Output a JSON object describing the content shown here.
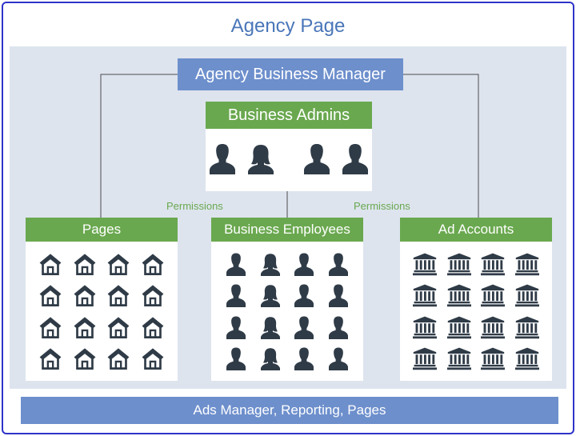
{
  "title": "Agency Page",
  "manager": "Agency Business Manager",
  "admins": {
    "label": "Business Admins",
    "icons": [
      "male",
      "female",
      "male",
      "male"
    ]
  },
  "permissions_left": "Permissions",
  "permissions_right": "Permissions",
  "columns": [
    {
      "label": "Pages",
      "icon": "house-icon",
      "count": 16
    },
    {
      "label": "Business Employees",
      "icon": "person-icon",
      "count": 16,
      "pattern": [
        "male",
        "female",
        "male",
        "male",
        "male",
        "female",
        "male",
        "male",
        "male",
        "female",
        "male",
        "male",
        "male",
        "female",
        "male",
        "male"
      ]
    },
    {
      "label": "Ad Accounts",
      "icon": "bank-icon",
      "count": 16
    }
  ],
  "footer": "Ads Manager, Reporting, Pages",
  "colors": {
    "title": "#4a76b9",
    "blue_box": "#6d8fcc",
    "green": "#6aa84f",
    "panel": "#dde4ee",
    "icon": "#2f3b47",
    "border": "#2e33c8"
  }
}
